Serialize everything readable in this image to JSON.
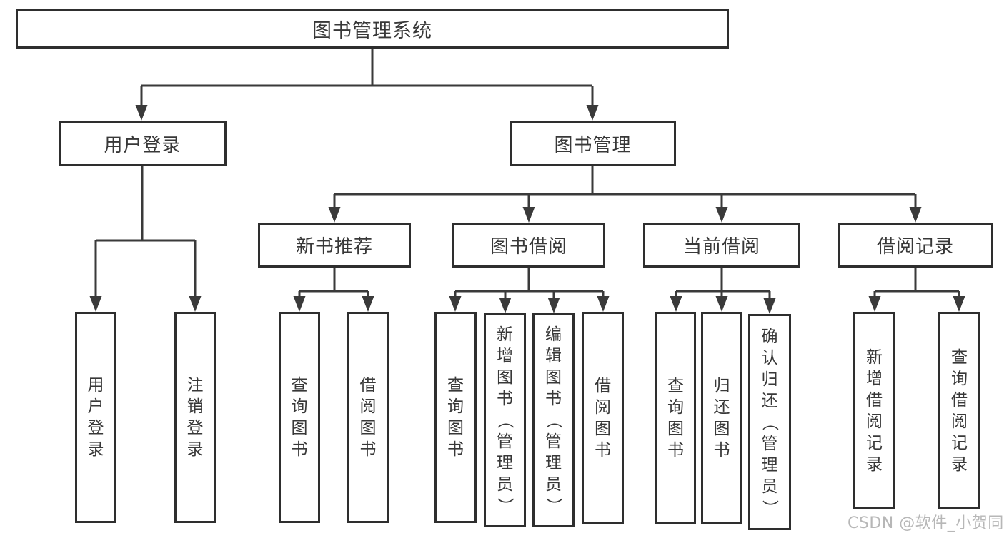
{
  "tree": {
    "label": "图书管理系统",
    "children": [
      {
        "label": "用户登录",
        "children": [
          {
            "label": "用户登录"
          },
          {
            "label": "注销登录"
          }
        ]
      },
      {
        "label": "图书管理",
        "children": [
          {
            "label": "新书推荐",
            "children": [
              {
                "label": "查询图书"
              },
              {
                "label": "借阅图书"
              }
            ]
          },
          {
            "label": "图书借阅",
            "children": [
              {
                "label": "查询图书"
              },
              {
                "label": "新增图书（管理员）"
              },
              {
                "label": "编辑图书（管理员）"
              },
              {
                "label": "借阅图书"
              }
            ]
          },
          {
            "label": "当前借阅",
            "children": [
              {
                "label": "查询图书"
              },
              {
                "label": "归还图书"
              },
              {
                "label": "确认归还（管理员）"
              }
            ]
          },
          {
            "label": "借阅记录",
            "children": [
              {
                "label": "新增借阅记录"
              },
              {
                "label": "查询借阅记录"
              }
            ]
          }
        ]
      }
    ]
  },
  "line_color": "#3a3a3a",
  "watermark": "CSDN @软件_小贺同学"
}
